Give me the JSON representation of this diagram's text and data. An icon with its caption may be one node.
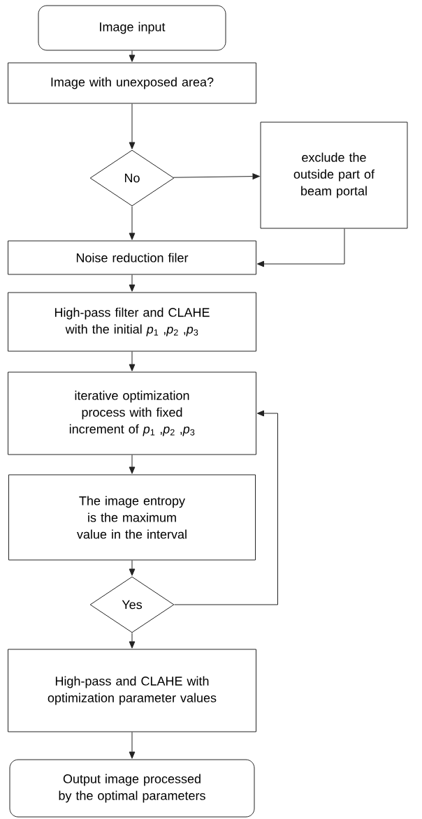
{
  "diagram": {
    "nodes": [
      {
        "text": [
          "Image input"
        ]
      },
      {
        "text": [
          "Image with unexposed area?"
        ]
      },
      {
        "text": [
          "No"
        ]
      },
      {
        "text": [
          "exclude the outside part of beam portal"
        ]
      },
      {
        "text": [
          "Noise reduction filer"
        ]
      },
      {
        "text": [
          "High-pass filter and CLAHE with the initial *p*$_{1}$ ,*p*$_{2}$ ,*p*$_{3}$"
        ]
      },
      {
        "text": [
          "iterative optimization process with fixed increment of *p*$_{1}$ ,*p*$_{2}$ ,*p*$_{3}$"
        ]
      },
      {
        "text": [
          "The image entropy is the maximum value in the interval"
        ]
      },
      {
        "text": [
          "Yes"
        ]
      },
      {
        "text": [
          "High-pass and CLAHE  with optimization parameter values"
        ]
      },
      {
        "text": [
          "Output image processed by the optimal parameters"
        ]
      }
    ],
    "edges": [
      {
        "from": 0,
        "to": 1,
        "arrow": "to"
      },
      {
        "from": 1,
        "to": 2,
        "arrow": "to"
      },
      {
        "from": 2,
        "to": 3,
        "arrow": "to"
      },
      {
        "from": 2,
        "to": 4,
        "arrow": "to"
      },
      {
        "from": 3,
        "to": 4,
        "arrow": "to"
      },
      {
        "from": 4,
        "to": 5,
        "arrow": "to"
      },
      {
        "from": 5,
        "to": 6,
        "arrow": "to"
      },
      {
        "from": 6,
        "to": 7,
        "arrow": "to"
      },
      {
        "from": 7,
        "to": 8,
        "arrow": "to"
      },
      {
        "from": 8,
        "to": 6,
        "arrow": "to"
      },
      {
        "from": 8,
        "to": 9,
        "arrow": "to"
      },
      {
        "from": 9,
        "to": 10,
        "arrow": "to"
      }
    ]
  }
}
